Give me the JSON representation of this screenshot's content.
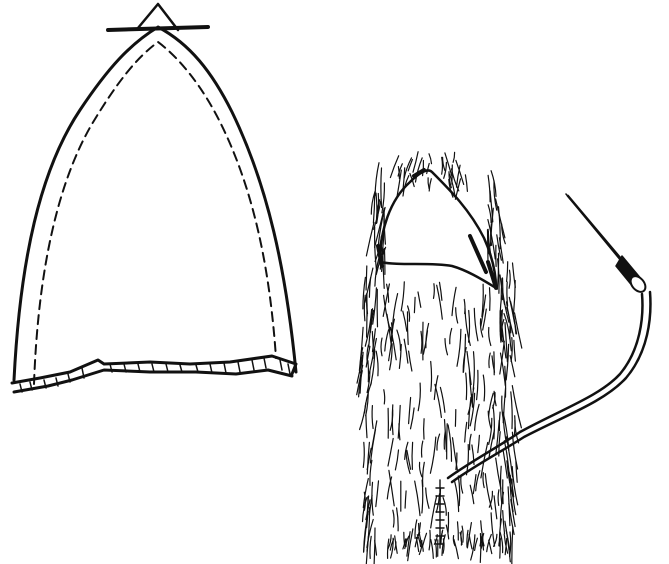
{
  "figure": {
    "ink_color": "#111111",
    "paper_color": "#ffffff",
    "panels": [
      {
        "id": "flat-pattern",
        "elements": [
          "pattern-outline",
          "seam-allowance-dashed-line",
          "cut-line",
          "fur-edge"
        ]
      },
      {
        "id": "sewn-ear",
        "elements": [
          "fur-tube",
          "inner-ear-opening",
          "needle",
          "thread",
          "seam-stitches"
        ]
      }
    ]
  }
}
